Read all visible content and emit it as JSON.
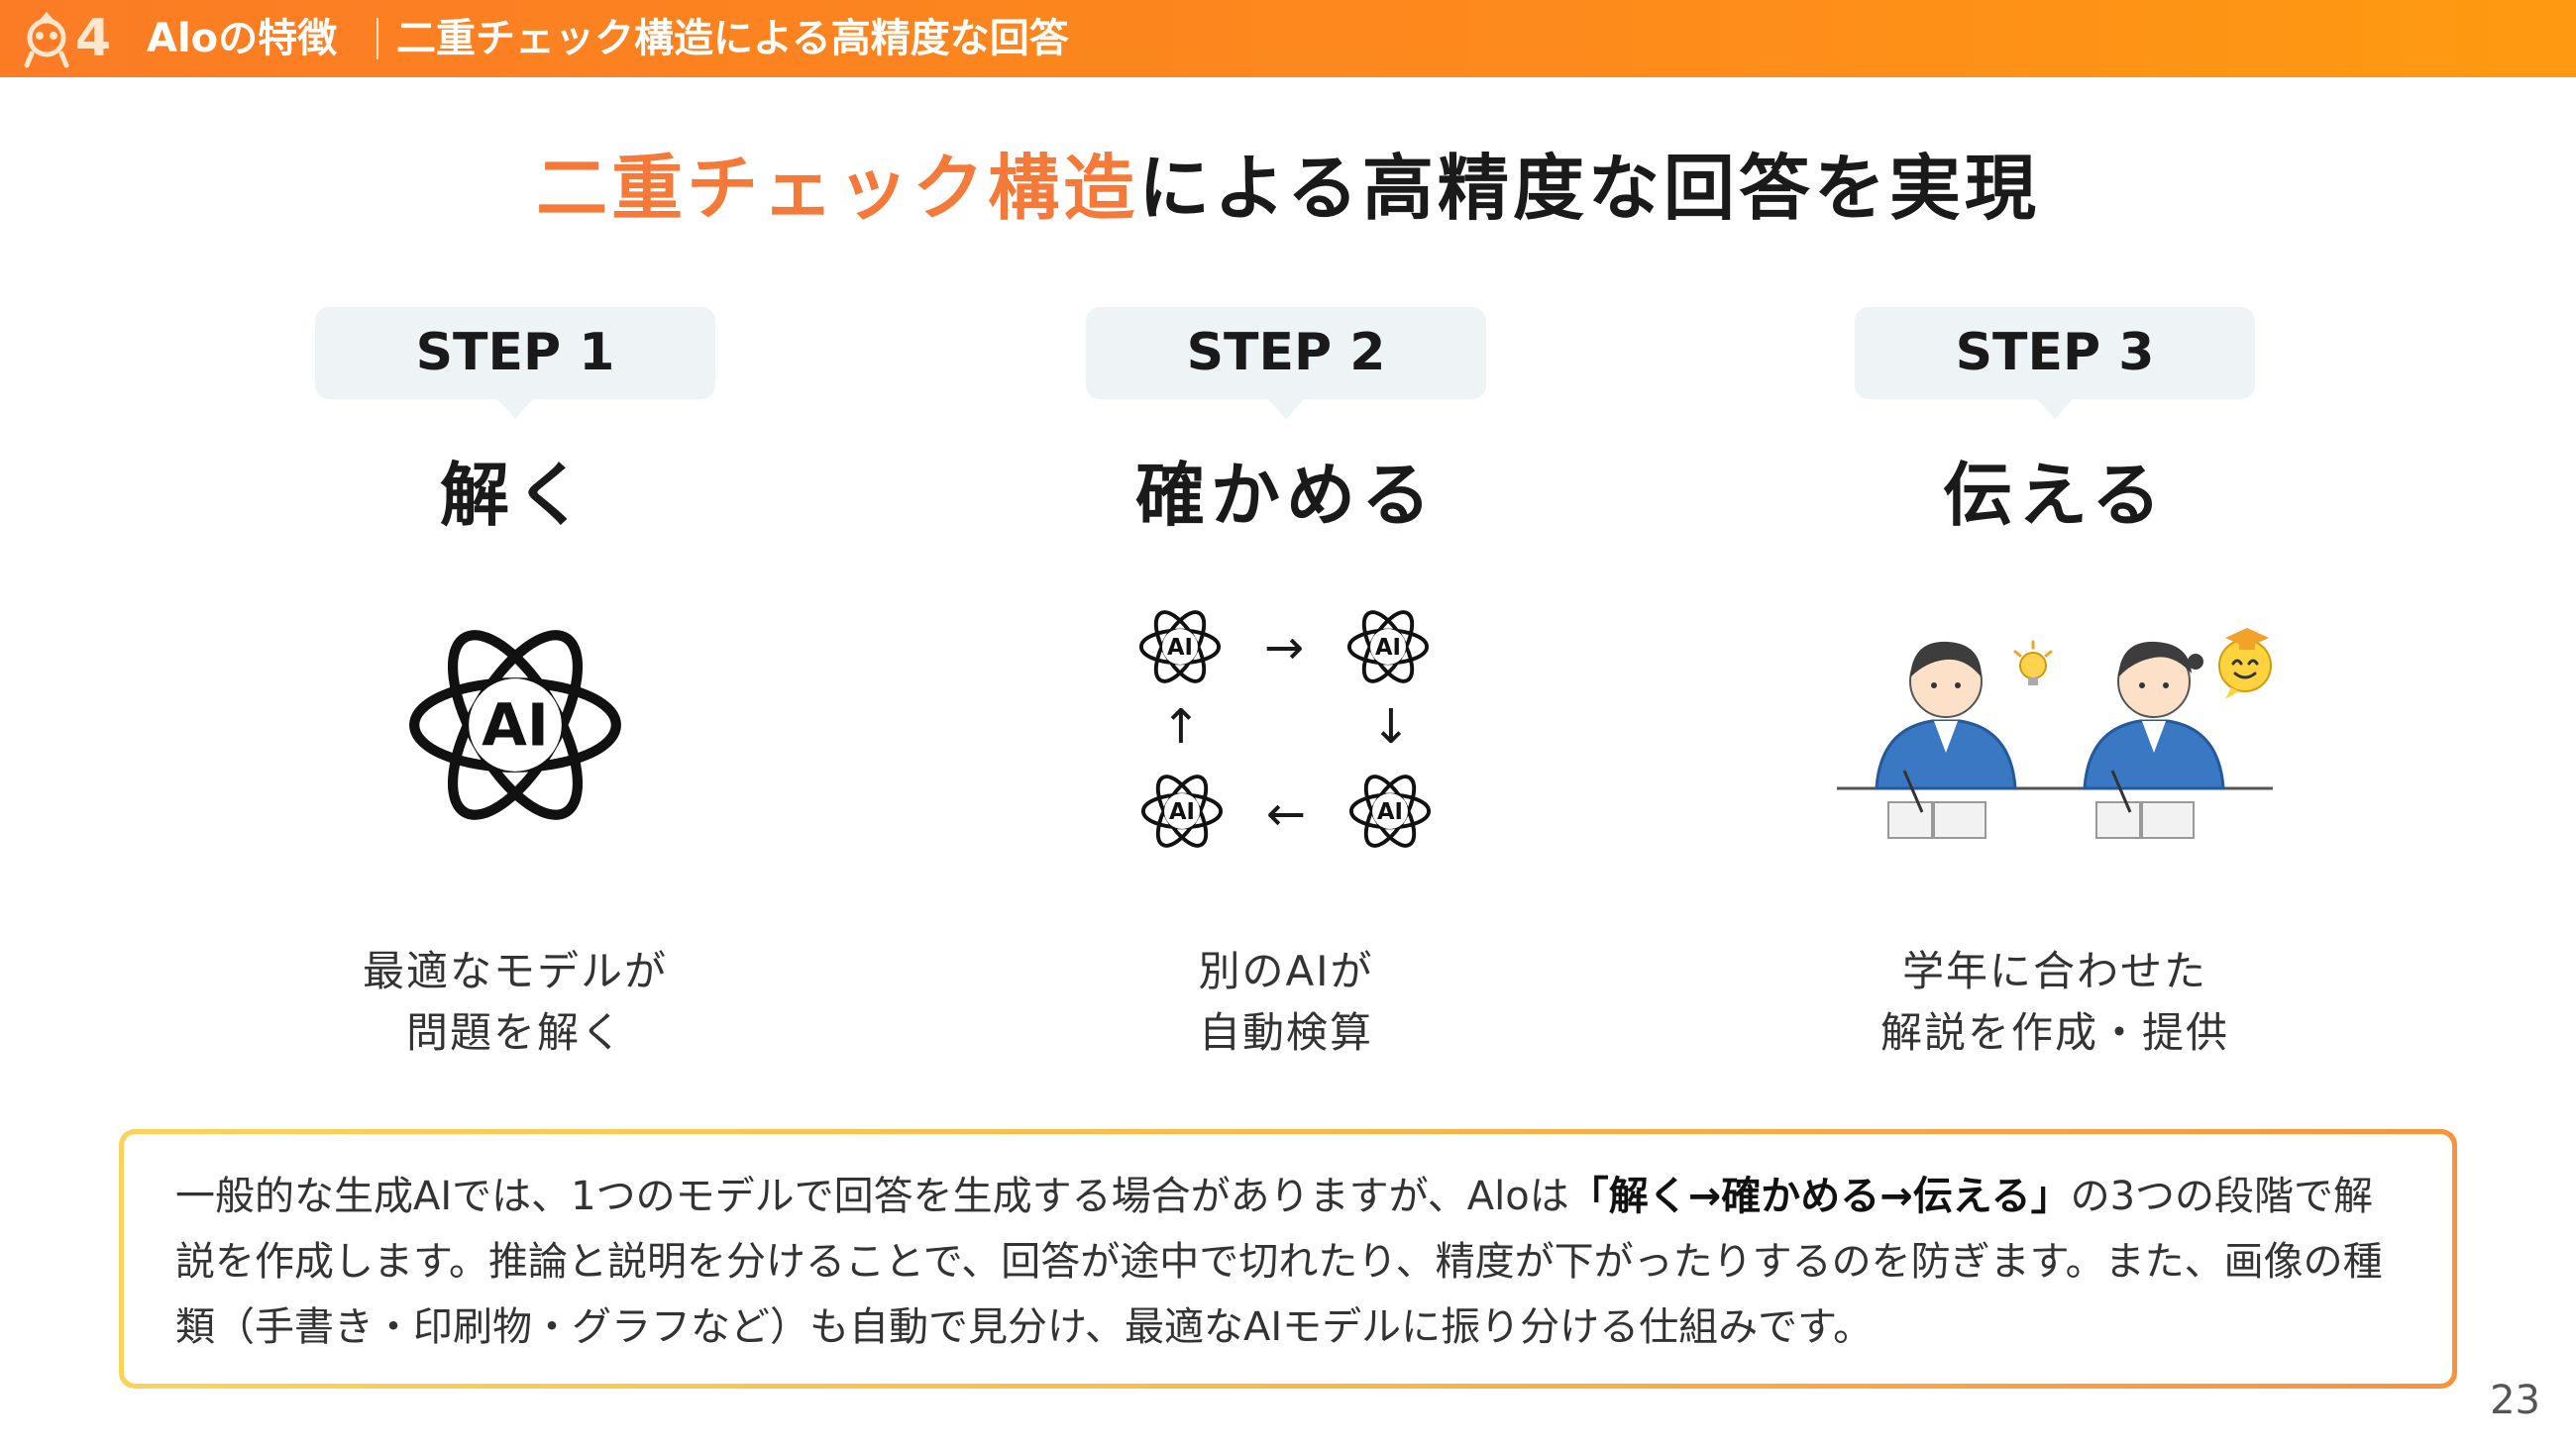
{
  "header": {
    "chapter_number": "4",
    "section": "Aloの特徴",
    "title": "二重チェック構造による高精度な回答"
  },
  "main_title": {
    "accent": "二重チェック構造",
    "rest": "による高精度な回答を実現"
  },
  "steps": [
    {
      "badge": "STEP 1",
      "name": "解く",
      "desc_line1": "最適なモデルが",
      "desc_line2": "問題を解く"
    },
    {
      "badge": "STEP 2",
      "name": "確かめる",
      "desc_line1": "別のAIが",
      "desc_line2": "自動検算"
    },
    {
      "badge": "STEP 3",
      "name": "伝える",
      "desc_line1": "学年に合わせた",
      "desc_line2": "解説を作成・提供"
    }
  ],
  "ai_icon_label": "AI",
  "cycle_arrows": {
    "right": "→",
    "down": "↓",
    "left": "←",
    "up": "↑"
  },
  "info": {
    "part1": "一般的な生成AIでは、1つのモデルで回答を生成する場合がありますが、Aloは",
    "bold": "「解く→確かめる→伝える」",
    "part2": "の3つの段階で解説を作成します。推論と説明を分けることで、回答が途中で切れたり、精度が下がったりするのを防ぎます。また、画像の種類（手書き・印刷物・グラフなど）も自動で見分け、最適なAIモデルに振り分ける仕組みです。"
  },
  "page_number": "23",
  "colors": {
    "header": "#fb7c24",
    "accent": "#f57a3a",
    "badge_bg": "#eef4f5",
    "box_border_start": "#fbd35a",
    "box_border_end": "#f8933c",
    "uniform_blue": "#3a78c4"
  },
  "icons": [
    "owl-logo-icon",
    "atom-ai-icon",
    "person-student-icon",
    "lightbulb-icon",
    "smiley-graduate-icon"
  ]
}
